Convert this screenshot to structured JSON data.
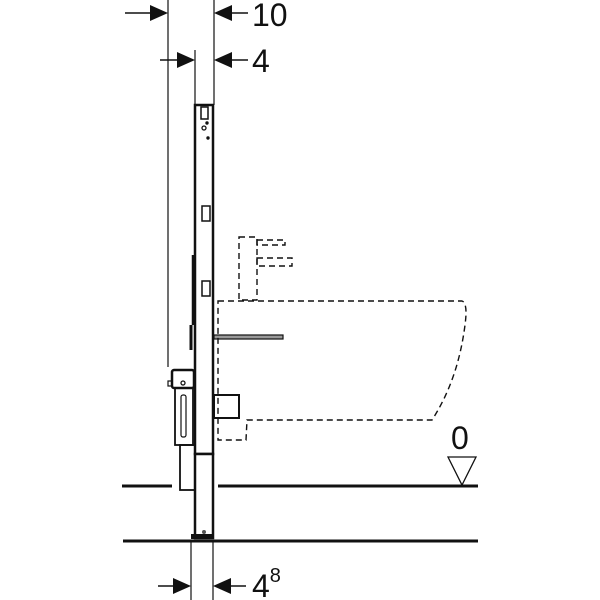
{
  "dimensions": {
    "top_outer": "10",
    "top_inner": "4",
    "bottom_main": "4",
    "bottom_sup": "8",
    "floor_level": "0"
  },
  "colors": {
    "line": "#111111",
    "background": "#ffffff"
  }
}
